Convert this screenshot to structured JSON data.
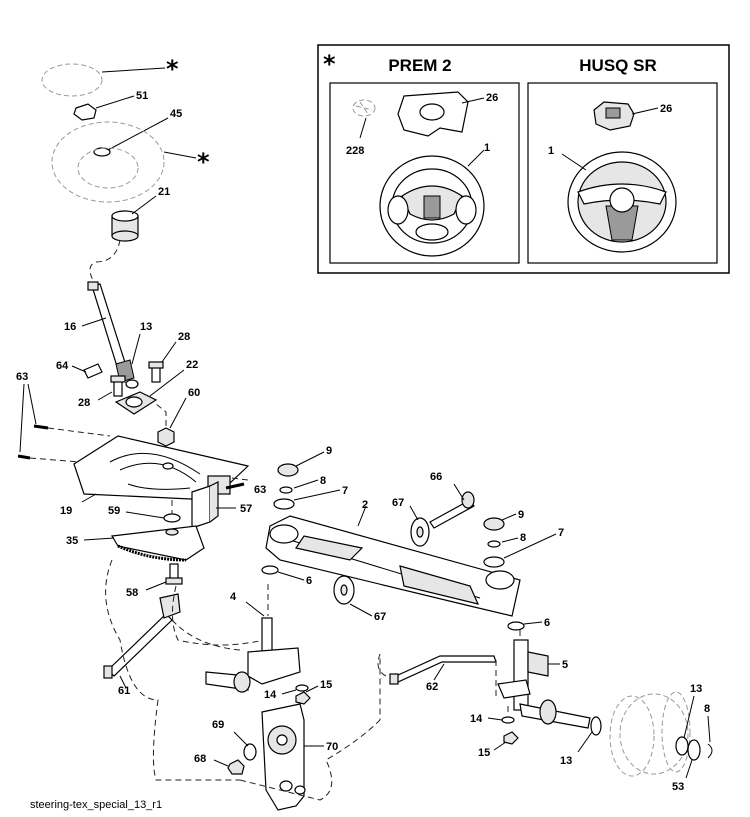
{
  "footer_text": "steering-tex_special_13_r1",
  "inset": {
    "marker": "*",
    "left_title": "PREM 2",
    "right_title": "HUSQ SR"
  },
  "part_labels": {
    "p1a": "1",
    "p1b": "1",
    "p2": "2",
    "p4": "4",
    "p5": "5",
    "p6a": "6",
    "p6b": "6",
    "p7a": "7",
    "p7b": "7",
    "p8a": "8",
    "p8b": "8",
    "p8c": "8",
    "p9a": "9",
    "p9b": "9",
    "p13a": "13",
    "p13b": "13",
    "p13c": "13",
    "p14a": "14",
    "p14b": "14",
    "p15a": "15",
    "p15b": "15",
    "p16": "16",
    "p19": "19",
    "p21": "21",
    "p22": "22",
    "p26a": "26",
    "p26b": "26",
    "p28a": "28",
    "p28b": "28",
    "p35": "35",
    "p45": "45",
    "p51": "51",
    "p53": "53",
    "p57": "57",
    "p58": "58",
    "p59": "59",
    "p60": "60",
    "p61": "61",
    "p62": "62",
    "p63a": "63",
    "p63b": "63",
    "p64": "64",
    "p66": "66",
    "p67a": "67",
    "p67b": "67",
    "p68": "68",
    "p69": "69",
    "p70": "70",
    "p228": "228",
    "star1": "*",
    "star2": "*"
  }
}
